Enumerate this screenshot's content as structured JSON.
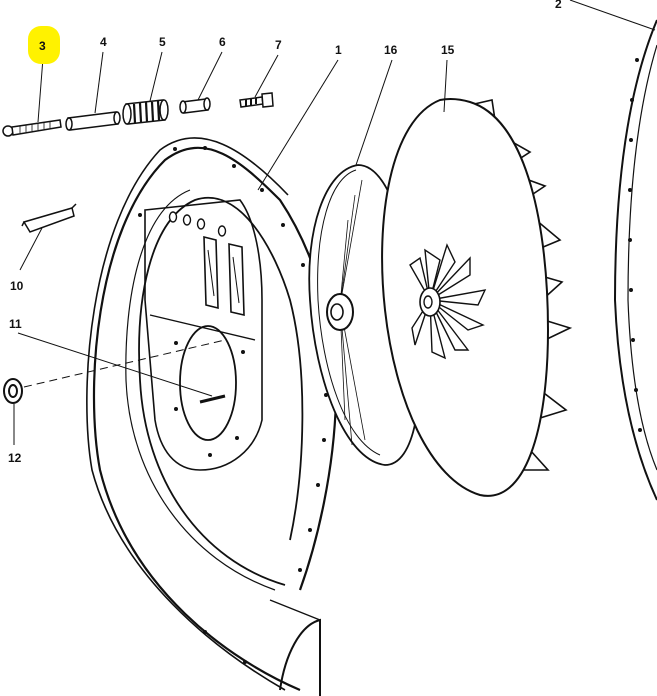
{
  "diagram": {
    "callouts": {
      "c1": "1",
      "c2": "2",
      "c3": "3",
      "c4": "4",
      "c5": "5",
      "c6": "6",
      "c7": "7",
      "c10": "10",
      "c11": "11",
      "c12": "12",
      "c15": "15",
      "c16": "16"
    },
    "highlight": {
      "part": "3",
      "color": "#FFF200"
    },
    "colors": {
      "ink": "#111111",
      "paper": "#FFFFFF"
    }
  }
}
